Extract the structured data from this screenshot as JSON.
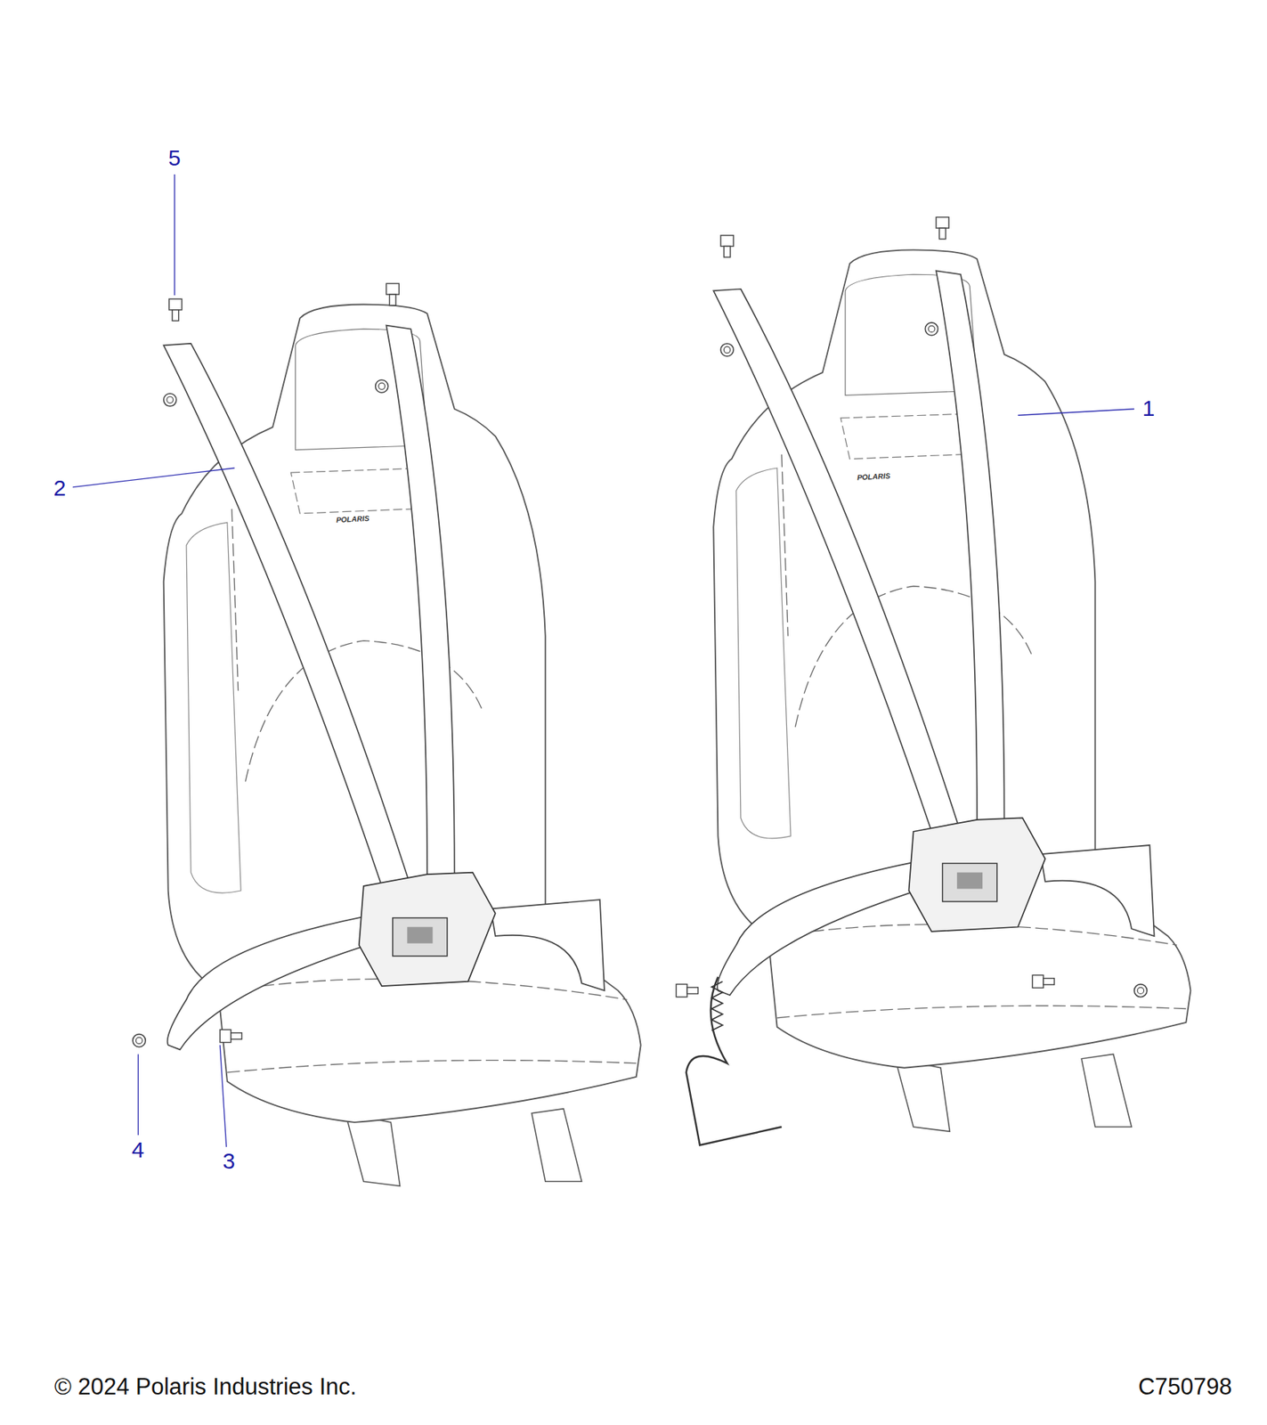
{
  "diagram": {
    "labels": [
      "5",
      "2",
      "1",
      "4",
      "3",
      "POLARIS",
      "POLARIS",
      "© 2024 Polaris Industries Inc.",
      "C750798"
    ]
  }
}
